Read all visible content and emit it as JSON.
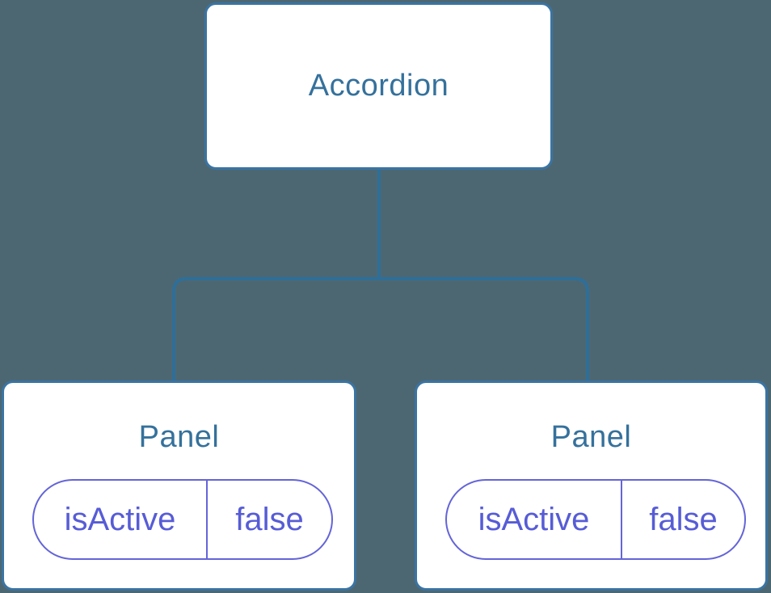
{
  "diagram": {
    "root": {
      "label": "Accordion"
    },
    "children": [
      {
        "label": "Panel",
        "prop": {
          "name": "isActive",
          "value": "false"
        }
      },
      {
        "label": "Panel",
        "prop": {
          "name": "isActive",
          "value": "false"
        }
      }
    ]
  },
  "colors": {
    "background": "#4d6772",
    "node_fill": "#ffffff",
    "node_border": "#3a74a3",
    "node_text": "#35719c",
    "connector": "#2e6f99",
    "prop_border": "#6464d8",
    "prop_text": "#575cd6"
  }
}
